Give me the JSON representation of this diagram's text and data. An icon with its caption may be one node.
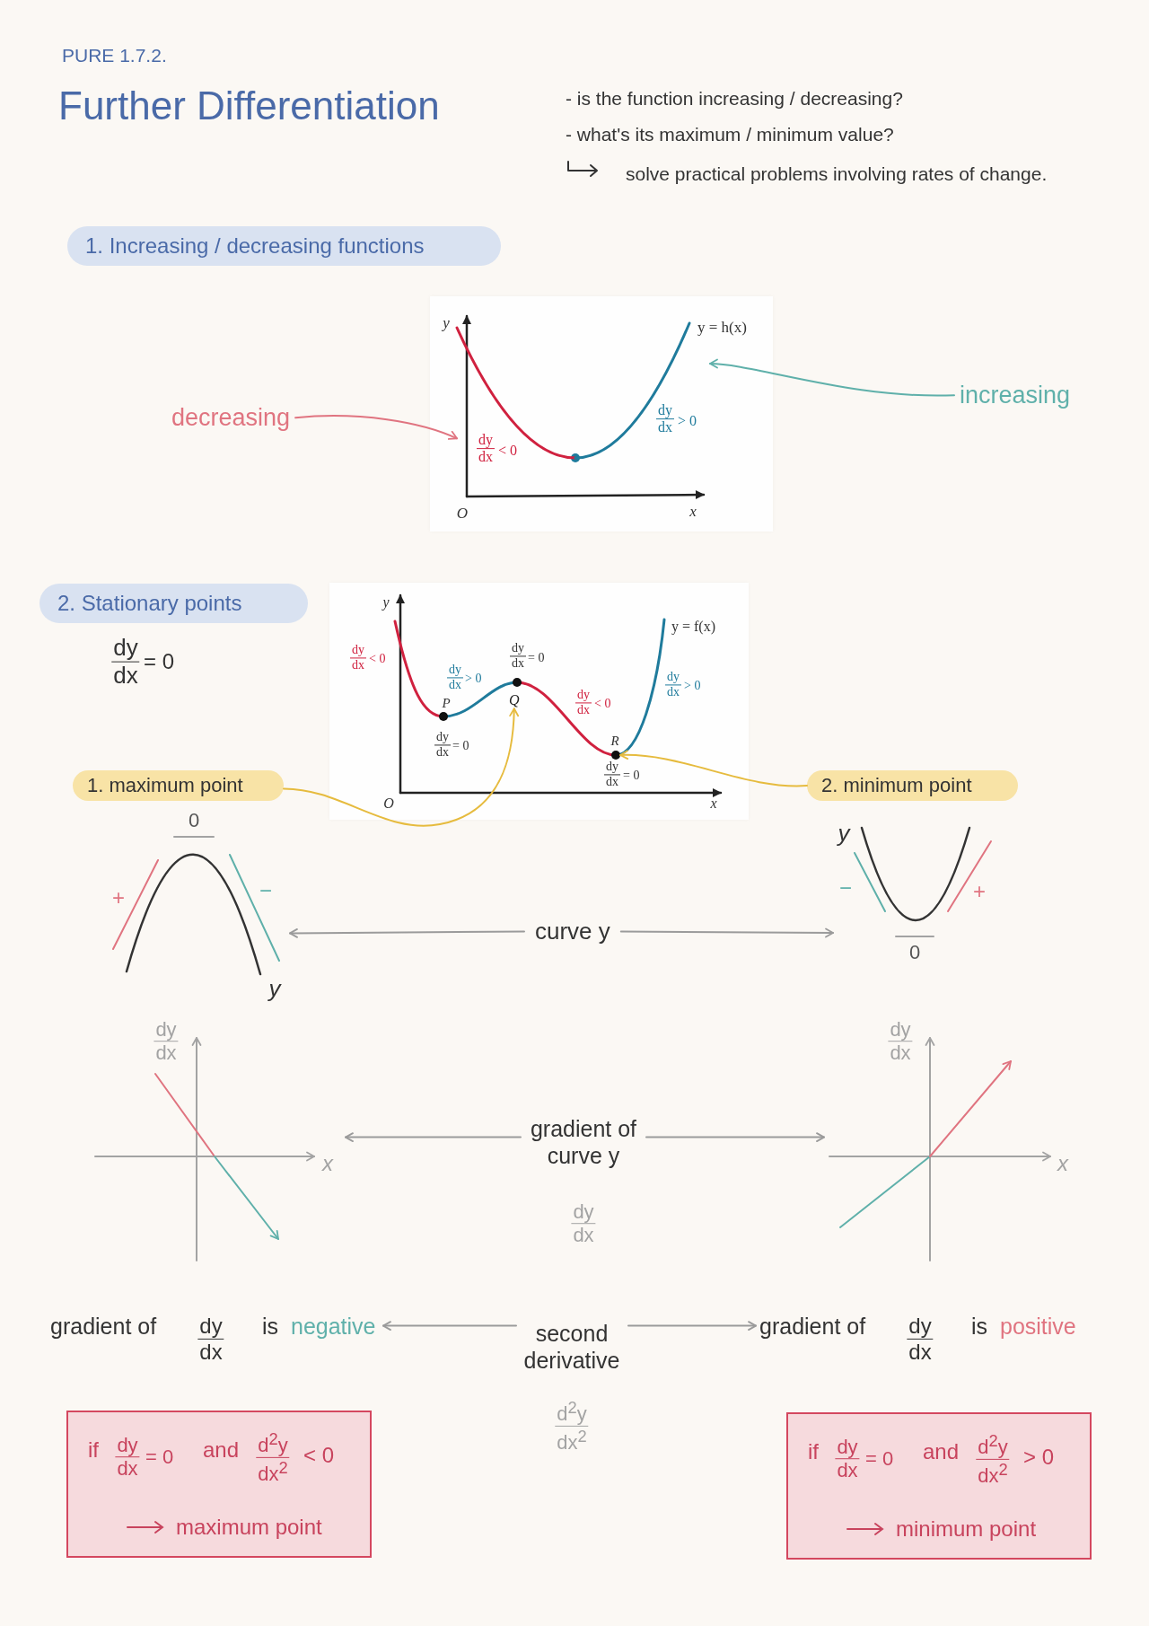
{
  "diagram": {
    "title": "Further Differentiation",
    "nodes": [
      {
        "text": [
          "1. Increasing / decreasing functions"
        ]
      },
      {
        "text": [
          "decreasing"
        ]
      },
      {
        "text": [
          "y",
          "y = h(x)",
          "O",
          "x"
        ]
      },
      {
        "text": [
          "dy",
          "dx",
          "< 0"
        ],
        "in": 2
      },
      {
        "text": [
          "dy",
          "dx",
          "> 0"
        ],
        "in": 2
      },
      {
        "text": [
          "increasing"
        ]
      },
      {
        "text": [
          "2. Stationary points"
        ],
        "beside": [
          "dy",
          "dx",
          "= 0"
        ]
      },
      {
        "text": [
          "y",
          "y = f(x)",
          "dy",
          "dx",
          "< 0",
          "dy",
          "dx",
          "> 0",
          "dy",
          "dx",
          "= 0",
          "P",
          "dy",
          "dx",
          "= 0",
          "dy",
          "dx",
          "< 0",
          "R",
          "dy",
          "dx",
          "= 0",
          "dy",
          "dx",
          "> 0",
          "O",
          "x"
        ]
      },
      {
        "text": [
          "Q"
        ],
        "in": 7
      },
      {
        "text": [],
        "shape": "circle",
        "in": 7
      },
      {
        "text": [
          "1. maximum point"
        ]
      },
      {
        "text": [
          "2. minimum point"
        ]
      },
      {
        "text": [
          "0",
          "+",
          "−",
          "y"
        ]
      },
      {
        "text": [
          "curve y"
        ]
      },
      {
        "text": [
          "y",
          "−",
          "+",
          "0"
        ]
      },
      {
        "text": [
          "dy",
          "dx",
          "x"
        ]
      },
      {
        "text": [
          "gradient of curve y",
          "dy",
          "dx"
        ]
      },
      {
        "text": [
          "dy",
          "dx",
          "x"
        ]
      },
      {
        "text": [
          "gradient of",
          "dy",
          "dx",
          "is",
          "negative"
        ]
      },
      {
        "text": [
          "second derivative",
          "d$^{2}$y",
          "dx$^{2}$"
        ]
      },
      {
        "text": [
          "gradient of",
          "dy",
          "dx",
          "is",
          "positive"
        ]
      },
      {
        "text": [
          "if",
          "dy",
          "dx",
          "= 0",
          "and",
          "d$^{2}$y",
          "dx$^{2}$",
          "< 0",
          "maximum point"
        ]
      },
      {
        "text": [
          "if",
          "dy",
          "dx",
          "= 0",
          "and",
          "d$^{2}$y",
          "dx$^{2}$",
          "> 0",
          "minimum point"
        ]
      }
    ],
    "edges": [
      {
        "from": 1,
        "to": 3,
        "arrow": "to",
        "color": "#e07480"
      },
      {
        "from": 5,
        "to": 4,
        "arrow": "to",
        "color": "#5fb0aa"
      },
      {
        "from": 10,
        "to": 8,
        "arrow": "to",
        "color": "#e6bb3e"
      },
      {
        "from": 11,
        "to": 9,
        "arrow": "to",
        "color": "#e6bb3e"
      },
      {
        "from": 13,
        "to": 12,
        "arrow": "to"
      },
      {
        "from": 13,
        "to": 14,
        "arrow": "to"
      },
      {
        "from": 16,
        "to": 15,
        "arrow": "to"
      },
      {
        "from": 16,
        "to": 17,
        "arrow": "to"
      },
      {
        "from": 19,
        "to": 18,
        "arrow": "to"
      },
      {
        "from": 19,
        "to": 20,
        "arrow": "to"
      }
    ],
    "labels": [
      "PURE 1.7.2.",
      "- is the function increasing / decreasing?",
      "- what's its maximum / minimum value?",
      "solve practical problems involving rates of change."
    ]
  }
}
